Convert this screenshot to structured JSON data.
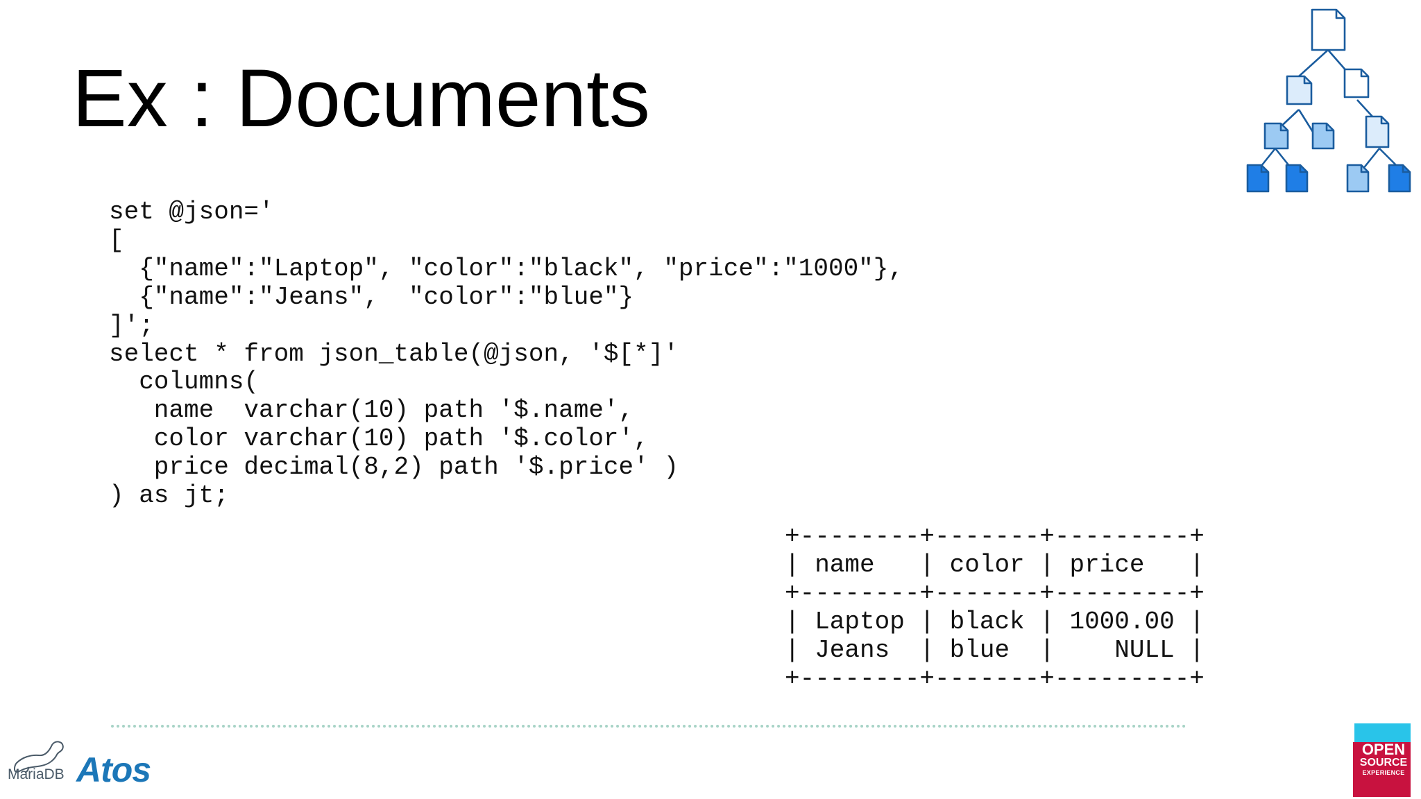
{
  "slide": {
    "title": "Ex : Documents",
    "code_lines": [
      "set @json='",
      "[",
      "  {\"name\":\"Laptop\", \"color\":\"black\", \"price\":\"1000\"},",
      "  {\"name\":\"Jeans\",  \"color\":\"blue\"}",
      "]';",
      "select * from json_table(@json, '$[*]'",
      "  columns(",
      "   name  varchar(10) path '$.name',",
      "   color varchar(10) path '$.color',",
      "   price decimal(8,2) path '$.price' )",
      ") as jt;"
    ],
    "result_lines": [
      "+--------+-------+---------+",
      "| name   | color | price   |",
      "+--------+-------+---------+",
      "| Laptop | black | 1000.00 |",
      "| Jeans  | blue  |    NULL |",
      "+--------+-------+---------+"
    ]
  },
  "footer": {
    "mariadb_label": "MariaDB",
    "atos_label": "Atos",
    "ose_line1": "OPEN",
    "ose_line2": "SOURCE",
    "ose_line3": "EXPERIENCE"
  },
  "colors": {
    "tree_dark": "#1a5c9e",
    "tree_blue": "#1f7ee6",
    "tree_mid": "#9ccaf3",
    "tree_light": "#dcecfb",
    "ose_red": "#c8123f",
    "ose_cyan": "#29c4e9",
    "atos_blue": "#1c77b8"
  },
  "icons": {
    "tree": "document-tree-icon",
    "mariadb": "mariadb-seal-icon"
  }
}
